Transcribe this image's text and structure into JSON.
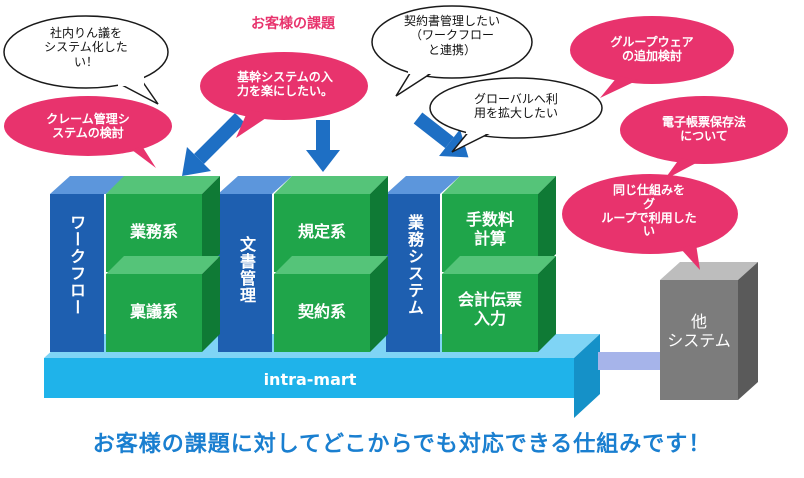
{
  "heading": "お客様の課題",
  "bubbles": {
    "ringi": "社内りん議を\nシステム化した\nい！",
    "kikan": "基幹システムの入\n力を楽にしたい。",
    "contract": "契約書管理したい\n（ワークフロー\nと連携）",
    "groupware": "グループウェア\nの追加検討",
    "claim": "クレーム管理シ\nステムの検討",
    "global": "グローバルへ利\n用を拡大したい",
    "ledger": "電子帳票保存法\nについて",
    "same": "同じ仕組みを\nグ\nループで利用した\nい"
  },
  "pillars": {
    "workflow": "ワークフロー",
    "document": "文書管理",
    "business": "業務システム"
  },
  "cubes": {
    "gyomu": "業務系",
    "ringikei": "稟議系",
    "kitei": "規定系",
    "keiyaku": "契約系",
    "tesuryo": "手数料\n計算",
    "kaikei": "会計伝票\n入力"
  },
  "base_label": "intra-mart",
  "other_system": "他\nシステム",
  "footer": "お客様の課題に対してどこからでも対応できる仕組みです！",
  "colors": {
    "green": "#1fa54a",
    "blue": "#1e5fb0",
    "cyan": "#1fb3ea",
    "pink": "#e8336d",
    "gray": "#7c7c7c"
  }
}
